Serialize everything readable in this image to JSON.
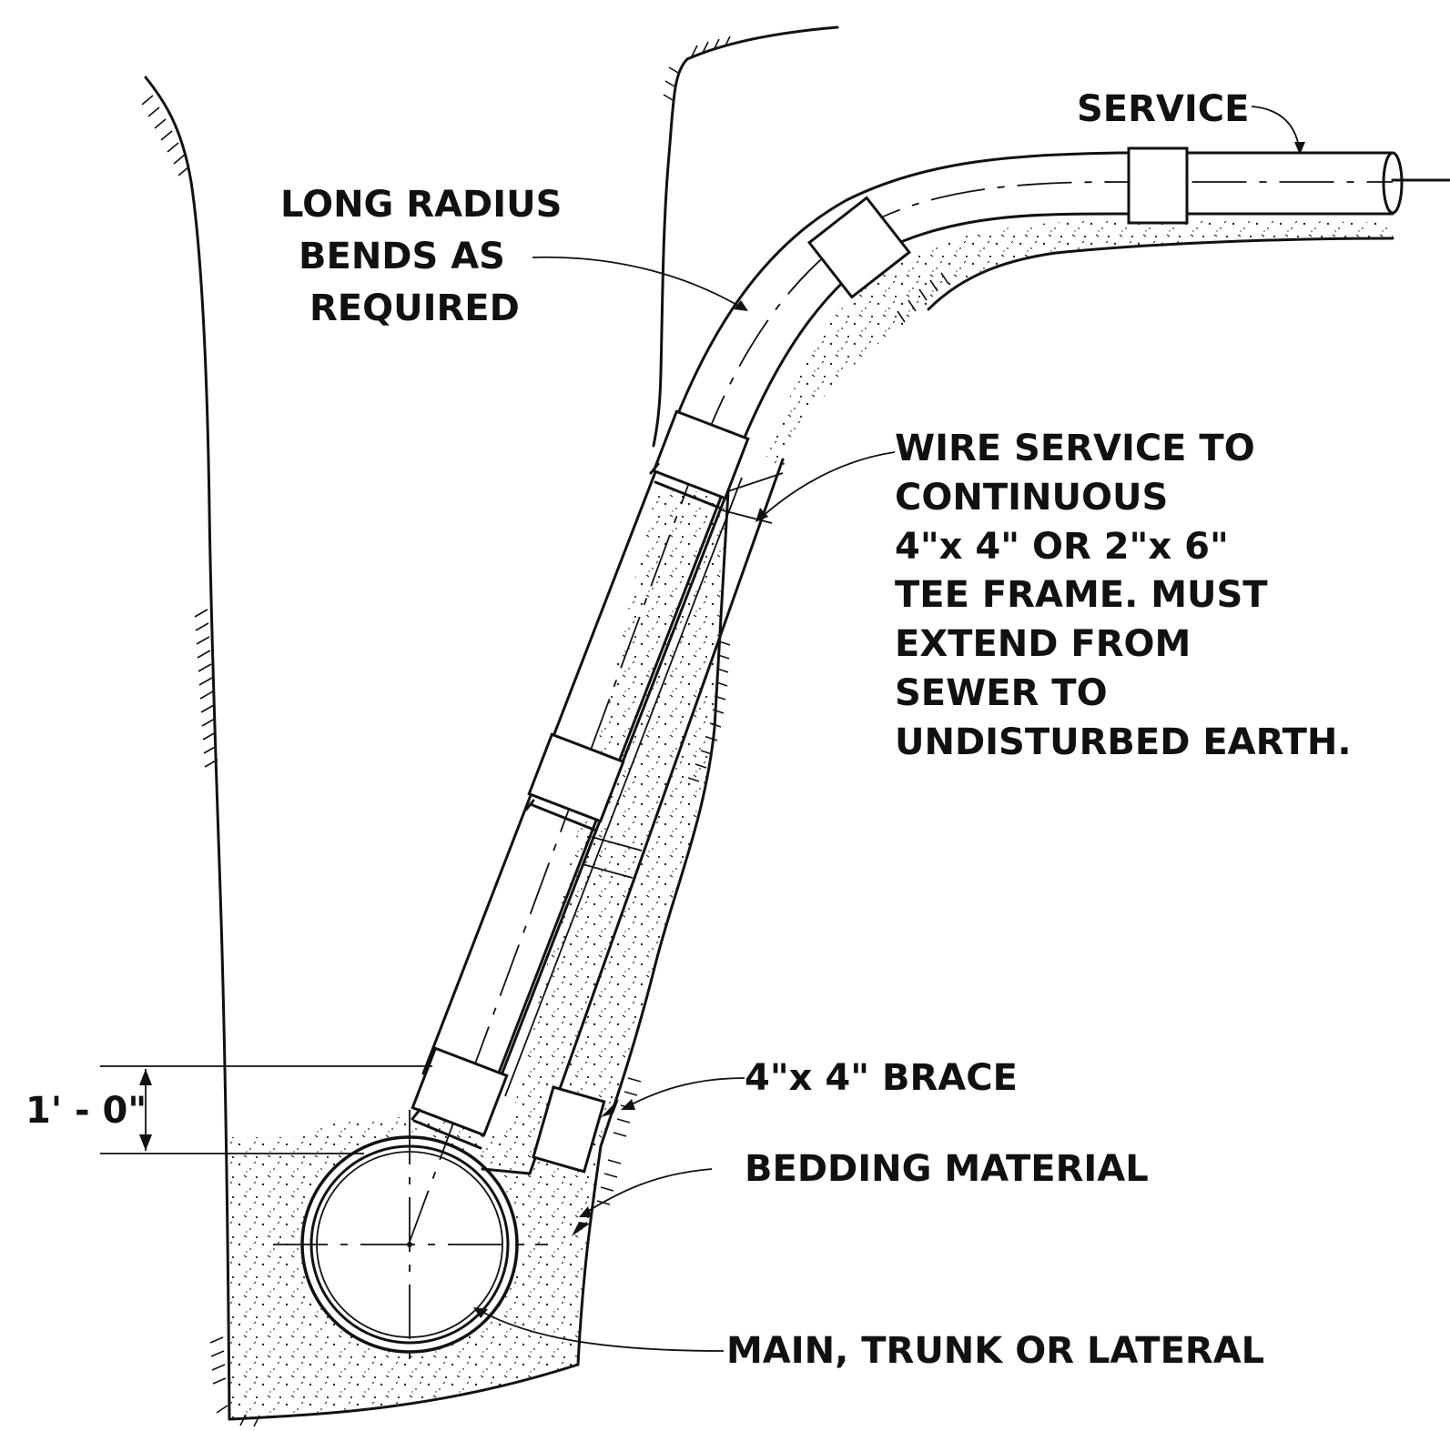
{
  "labels": {
    "service": "SERVICE",
    "long_radius": [
      "LONG  RADIUS",
      "BENDS  AS",
      "REQUIRED"
    ],
    "wire_service": [
      "WIRE SERVICE TO",
      "CONTINUOUS",
      "4\"x 4\"  OR  2\"x 6\"",
      "TEE  FRAME. MUST",
      "EXTEND  FROM",
      "SEWER  TO",
      "UNDISTURBED  EARTH."
    ],
    "brace": "4\"x 4\"  BRACE",
    "bedding": "BEDDING MATERIAL",
    "main": "MAIN, TRUNK OR LATERAL",
    "dimension": "1' - 0\""
  }
}
